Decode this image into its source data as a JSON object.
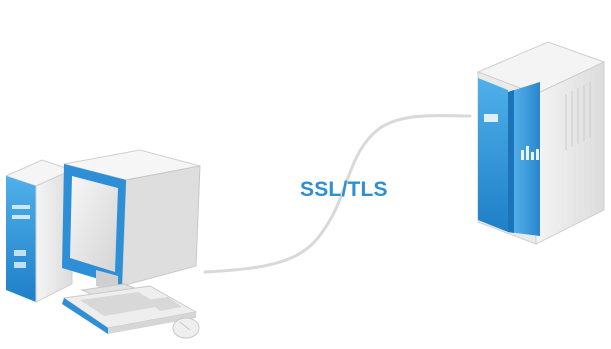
{
  "diagram": {
    "protocol_label": "SSL/TLS",
    "nodes": [
      {
        "id": "client",
        "icon": "desktop-computer-icon"
      },
      {
        "id": "server",
        "icon": "server-tower-icon"
      }
    ],
    "connection": {
      "from": "client",
      "to": "server"
    }
  },
  "colors": {
    "accent_blue": "#2e8fd6",
    "link_line": "#d9d9d9",
    "device_body": "#eeeeee"
  }
}
